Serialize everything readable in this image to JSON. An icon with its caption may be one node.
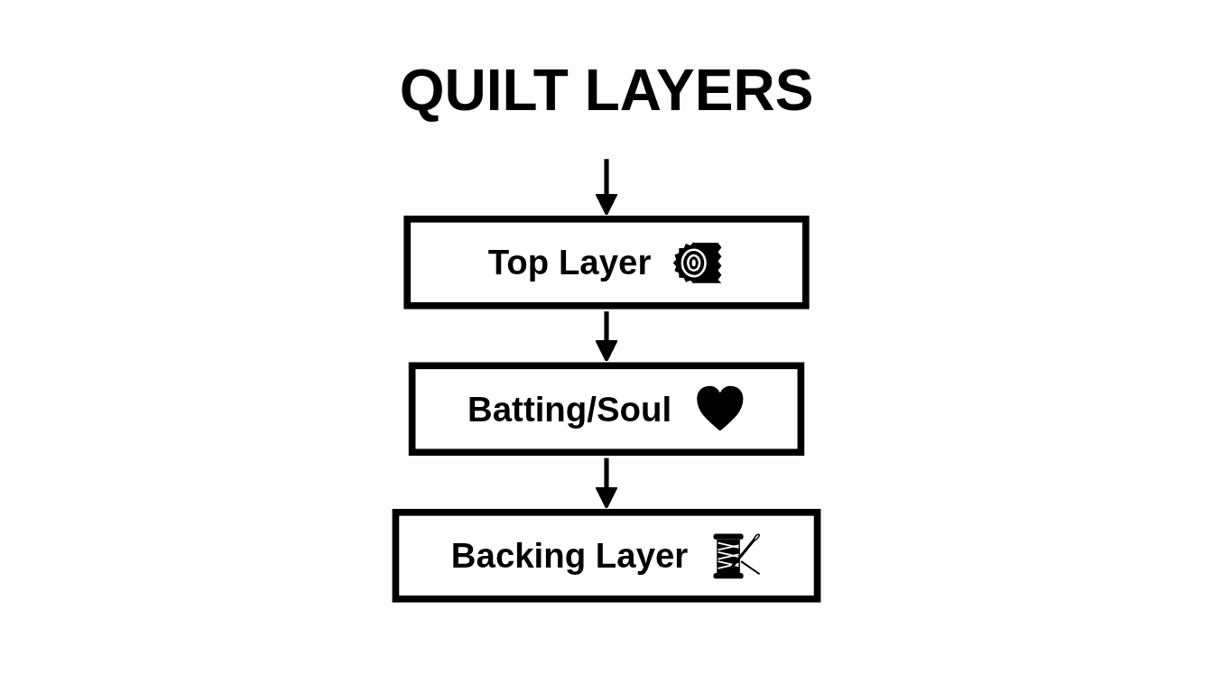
{
  "diagram": {
    "title": "QUILT LAYERS",
    "nodes": [
      {
        "text": [
          "Top Layer"
        ]
      },
      {
        "text": [
          "Batting/Soul"
        ]
      },
      {
        "text": [
          "Backing Layer"
        ]
      }
    ],
    "edges": [
      {
        "from": null,
        "to": 0,
        "arrow": "to"
      },
      {
        "from": 0,
        "to": 1,
        "arrow": "to"
      },
      {
        "from": 1,
        "to": 2,
        "arrow": "to"
      }
    ]
  }
}
